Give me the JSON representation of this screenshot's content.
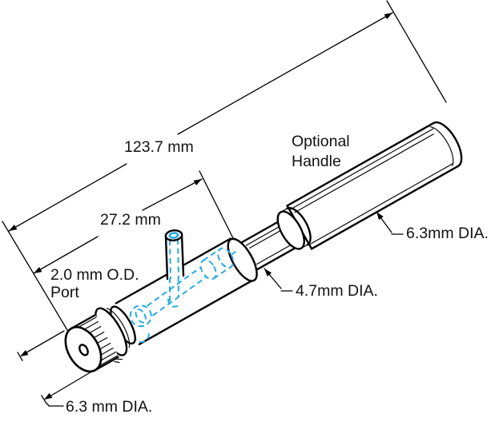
{
  "figure": {
    "type": "technical-line-drawing",
    "subject": "Probe body with knurled thumb knob, side port, shaft and optional handle",
    "colors": {
      "line": "#000000",
      "hidden_detail_accent": "#29ABE2",
      "background": "#ffffff"
    },
    "labels": {
      "overall_length": "123.7 mm",
      "port_offset_length": "27.2 mm",
      "port_line1": "2.0 mm O.D.",
      "port_line2": "Port",
      "handle_line1": "Optional",
      "handle_line2": "Handle",
      "knob_diameter": "6.3 mm DIA.",
      "shaft_diameter": "4.7mm DIA.",
      "handle_diameter": "6.3mm DIA."
    }
  }
}
